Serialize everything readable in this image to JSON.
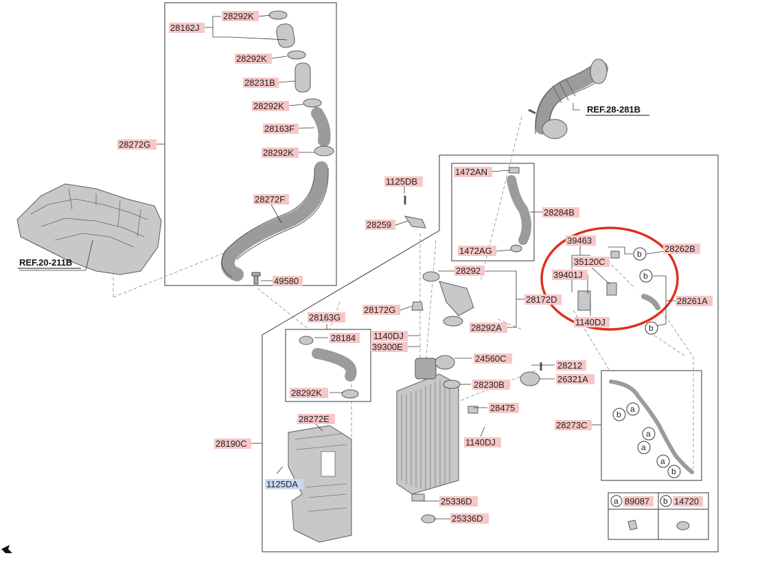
{
  "labels": {
    "l_28292K_a": "28292K",
    "l_28162J": "28162J",
    "l_28292K_b": "28292K",
    "l_28231B": "28231B",
    "l_28292K_c": "28292K",
    "l_28163F": "28163F",
    "l_28292K_d": "28292K",
    "l_28272G": "28272G",
    "l_28272F": "28272F",
    "l_49580": "49580",
    "l_1125DB": "1125DB",
    "l_28259": "28259",
    "l_1472AN": "1472AN",
    "l_28284B": "28284B",
    "l_1472AG": "1472AG",
    "l_39463": "39463",
    "l_28262B": "28262B",
    "l_35120C": "35120C",
    "l_39401J": "39401J",
    "l_28261A": "28261A",
    "l_1140DJ_a": "1140DJ",
    "l_28292": "28292",
    "l_28172D": "28172D",
    "l_28172G": "28172G",
    "l_28292A": "28292A",
    "l_28163G": "28163G",
    "l_28184": "28184",
    "l_1140DJ_b": "1140DJ",
    "l_39300E": "39300E",
    "l_24560C": "24560C",
    "l_28212": "28212",
    "l_26321A": "26321A",
    "l_28230B": "28230B",
    "l_28292K_e": "28292K",
    "l_28475": "28475",
    "l_28273C": "28273C",
    "l_28272E": "28272E",
    "l_28190C": "28190C",
    "l_1140DJ_c": "1140DJ",
    "l_1125DA": "1125DA",
    "l_25336D_a": "25336D",
    "l_25336D_b": "25336D"
  },
  "references": {
    "ref_28_281B": "REF.28-281B",
    "ref_20_211B": "REF.20-211B"
  },
  "callout_letters": {
    "a": "a",
    "b": "b"
  },
  "legend": {
    "a_letter": "a",
    "a_part": "89087",
    "b_letter": "b",
    "b_part": "14720"
  },
  "colors": {
    "label_highlight": "#f6c7c7",
    "label_highlight_blue": "#c9d8f2",
    "annotation_circle": "#e0301e",
    "line": "#333333"
  }
}
